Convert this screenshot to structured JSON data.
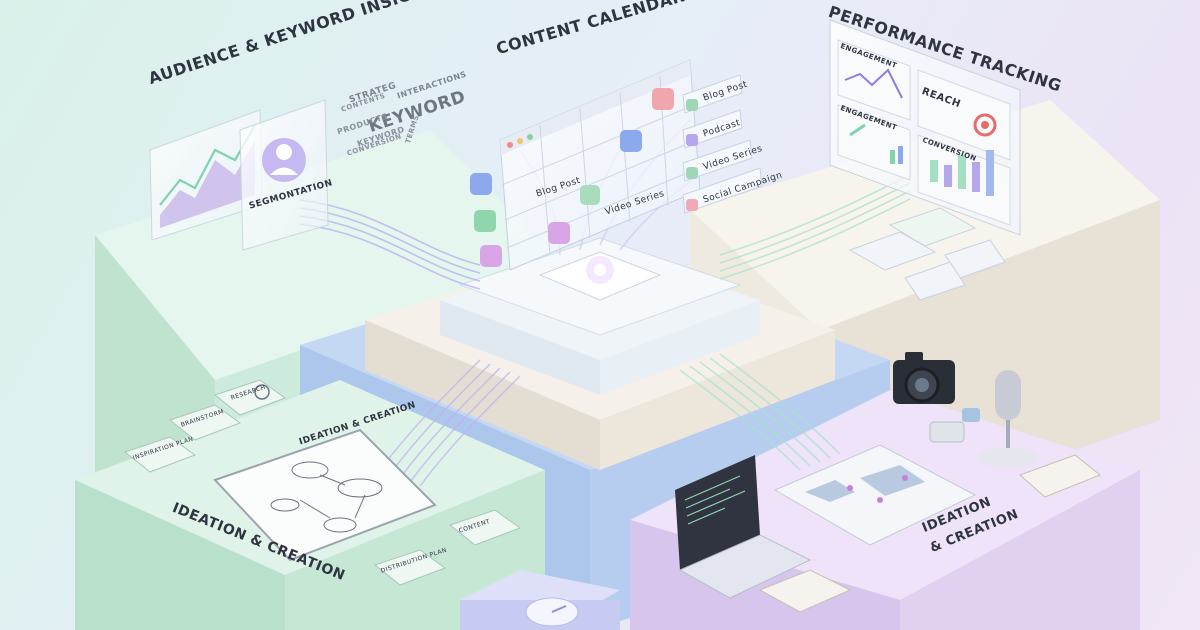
{
  "sections": {
    "audience": "AUDIENCE & KEYWORD INSIGHTS",
    "calendar": "CONTENT CALENDAR & STRATEGY",
    "performance": "PERFORMANCE TRACKING",
    "ideation_left": "IDEATION & CREATION",
    "ideation_right_1": "IDEATION",
    "ideation_right_2": "& CREATION"
  },
  "audience": {
    "segmentation": "SEGMONTATION",
    "keyword": "KEYWORD",
    "cloud_words": [
      "CONTENTS",
      "STRATEG",
      "INTERACTIONS",
      "PRODUCTS",
      "KEYWORD",
      "CONVERSION",
      "TERMS"
    ]
  },
  "calendar": {
    "items": [
      "Blog Post",
      "Podcast",
      "Video Series",
      "Social Campaign"
    ],
    "cells": [
      "Blog Post",
      "Video Series"
    ]
  },
  "performance": {
    "engagement": "ENGAGEMENT",
    "reach": "REACH",
    "engagement_2": "ENGAGEMENT",
    "conversion": "CONVERSION"
  },
  "ideation": {
    "board_title": "IDEATION & CREATION",
    "nodes": [
      "RESEARCH",
      "BRAINSTORM",
      "INSPIRATION PLAN",
      "CONTENT",
      "DISTRIBUTION PLAN"
    ]
  },
  "colors": {
    "mint": "#cfeedd",
    "blue": "#bcd3f0",
    "cream": "#f3efe6",
    "lavender": "#e2d3f0"
  }
}
